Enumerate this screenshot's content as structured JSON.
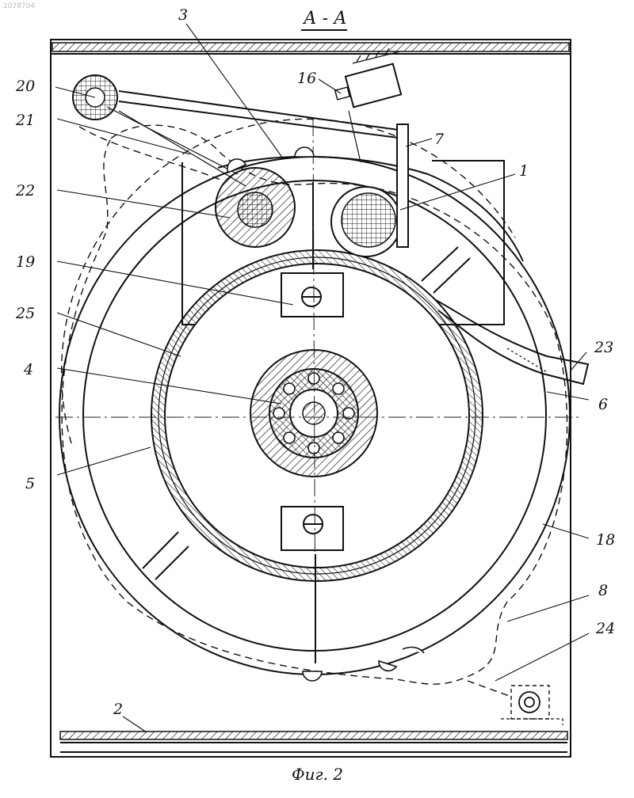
{
  "watermark": "1078704",
  "section_title": "А - А",
  "caption": "Фиг. 2",
  "callouts": {
    "c1": "1",
    "c2": "2",
    "c3": "3",
    "c4": "4",
    "c5": "5",
    "c6": "6",
    "c7": "7",
    "c8": "8",
    "c16": "16",
    "c18": "18",
    "c19": "19",
    "c20": "20",
    "c21": "21",
    "c22": "22",
    "c23": "23",
    "c24": "24",
    "c25": "25"
  }
}
